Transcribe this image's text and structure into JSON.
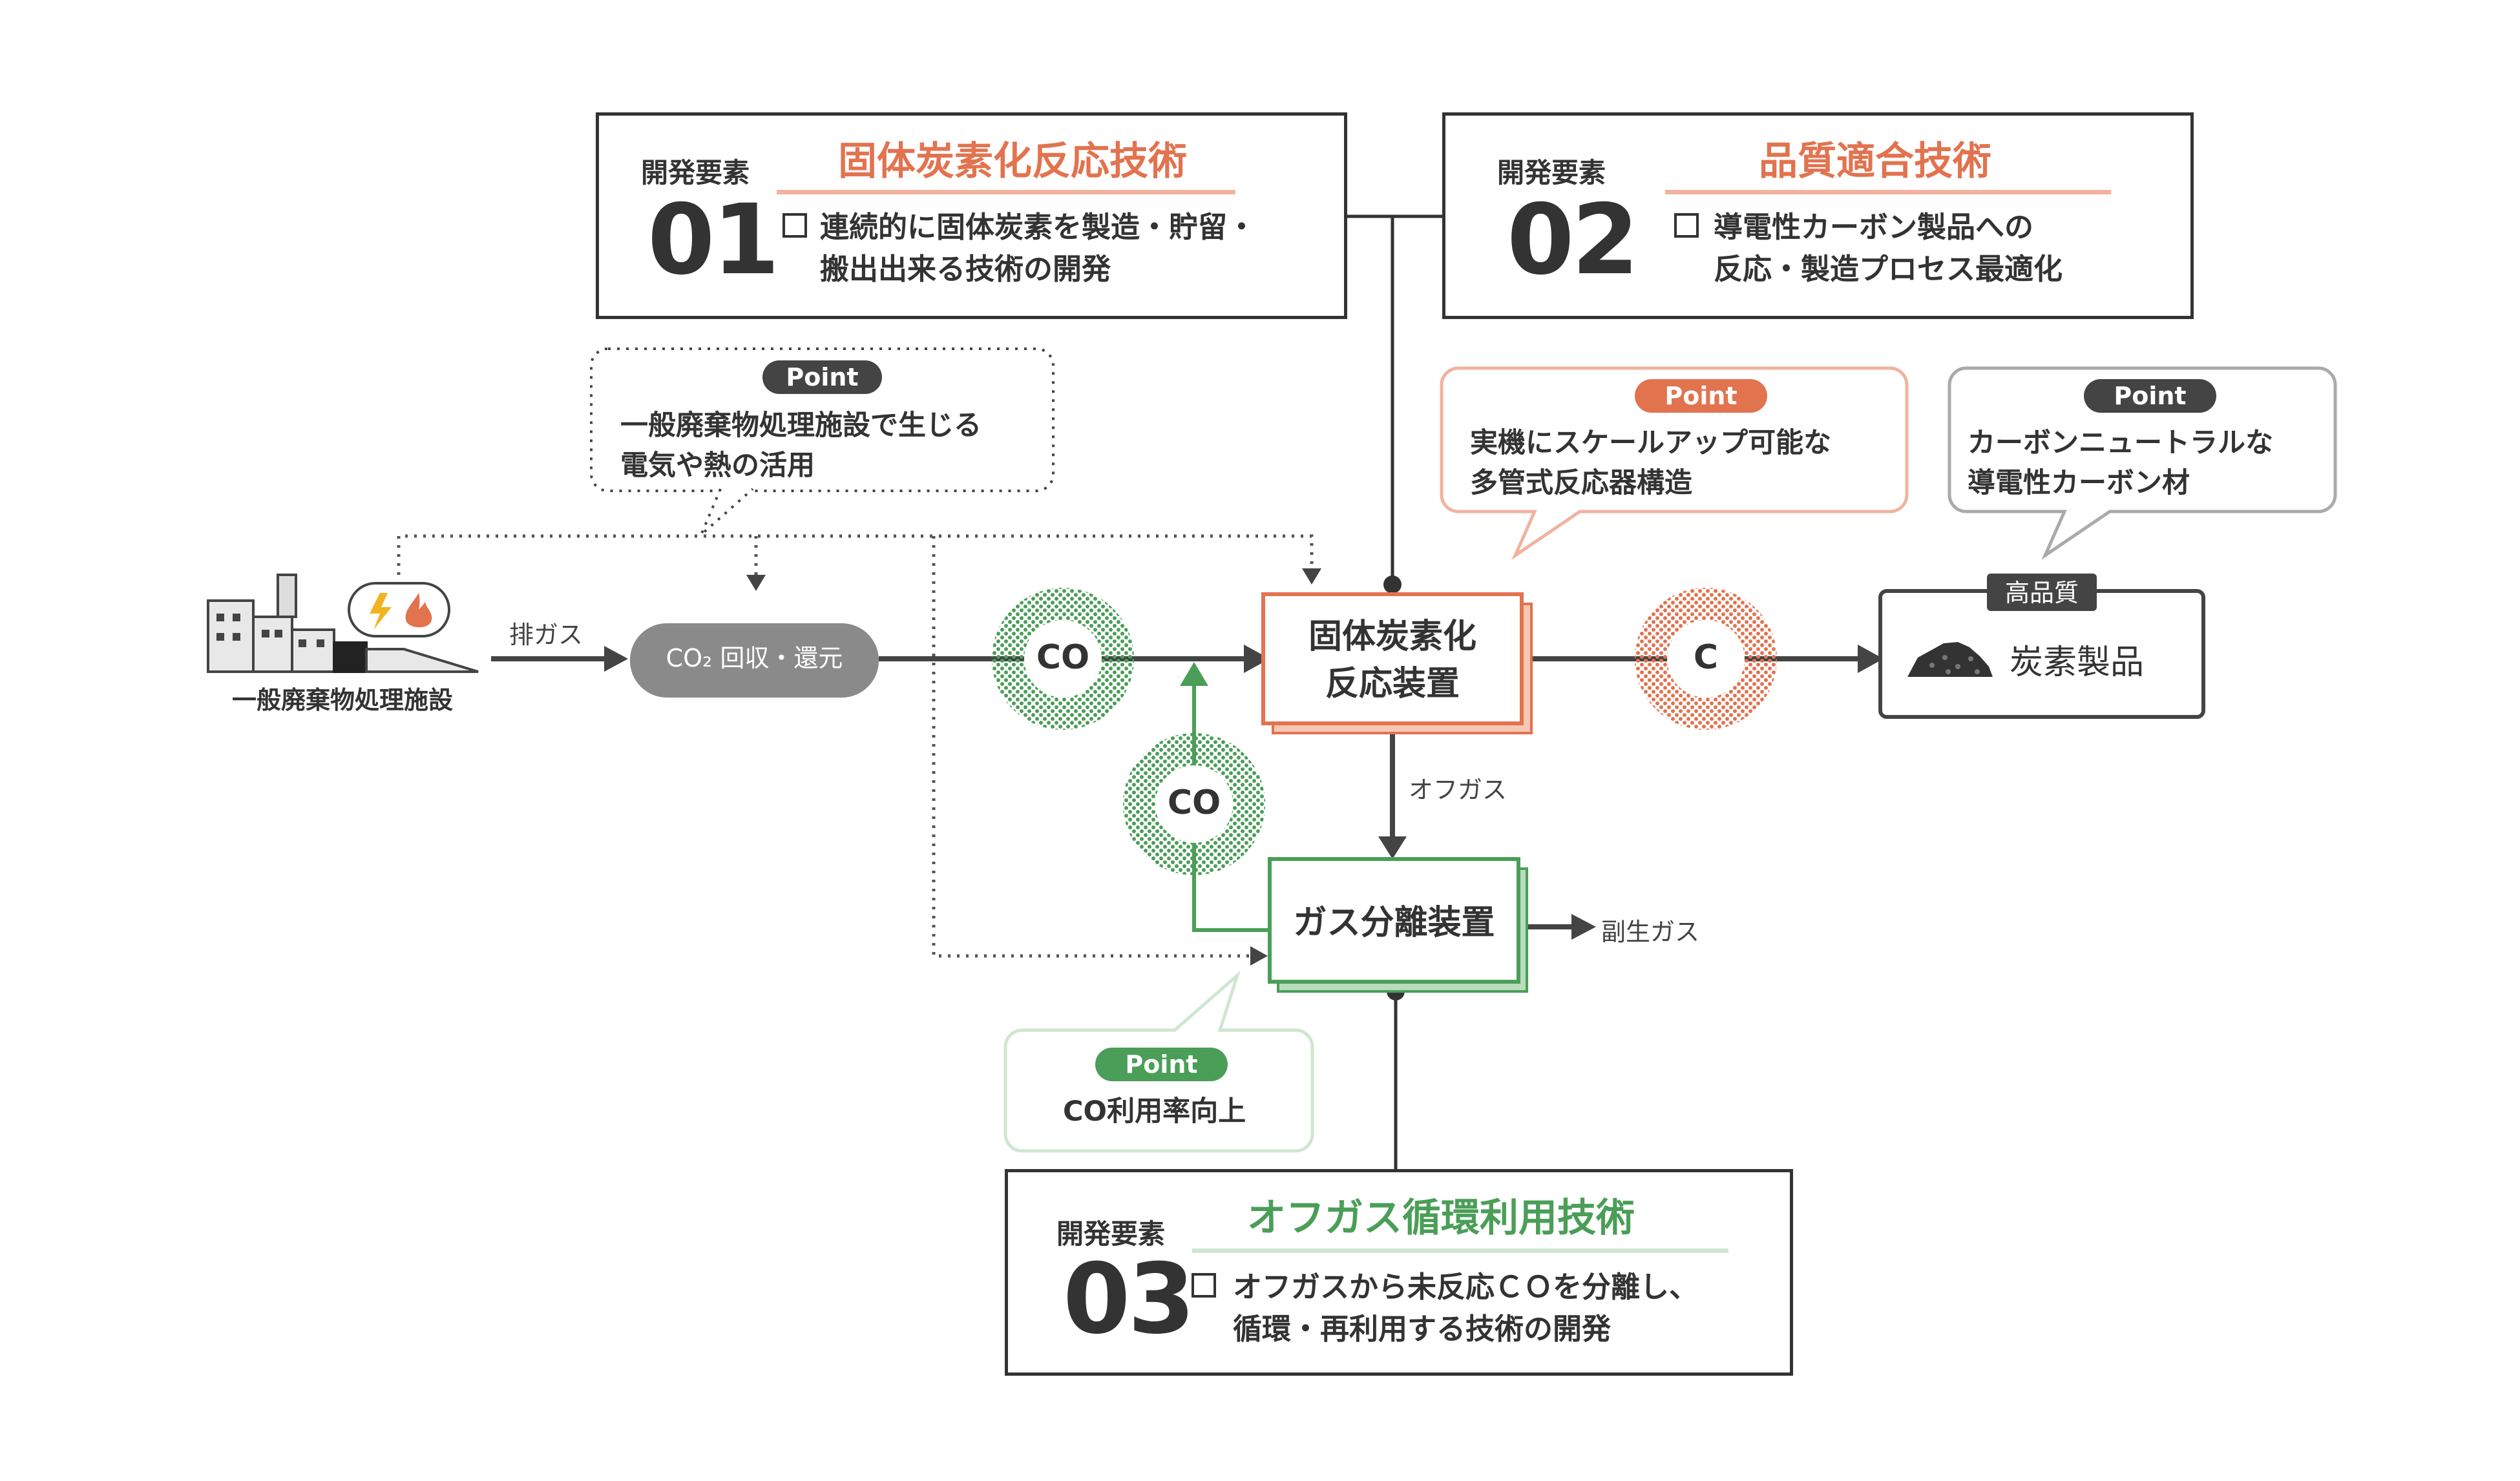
{
  "elements": [
    {
      "label": "開発要素",
      "number": "01",
      "title": "固体炭素化反応技術",
      "desc": "連続的に固体炭素を製造・貯留・\n搬出出来る技術の開発",
      "color": "#e2734f"
    },
    {
      "label": "開発要素",
      "number": "02",
      "title": "品質適合技術",
      "desc": "導電性カーボン製品への\n反応・製造プロセス最適化",
      "color": "#e2734f"
    },
    {
      "label": "開発要素",
      "number": "03",
      "title": "オフガス循環利用技術",
      "desc": "オフガスから未反応ＣＯを分離し、\n循環・再利用する技術の開発",
      "color": "#4a9e57"
    }
  ],
  "points": [
    {
      "badge": "Point",
      "text": "一般廃棄物処理施設で生じる\n電気や熱の活用",
      "color": "#444444"
    },
    {
      "badge": "Point",
      "text": "実機にスケールアップ可能な\n多管式反応器構造",
      "color": "#e2734f"
    },
    {
      "badge": "Point",
      "text": "カーボンニュートラルな\n導電性カーボン材",
      "color": "#444444"
    },
    {
      "badge": "Point",
      "text": "CO利用率向上",
      "color": "#4a9e57"
    }
  ],
  "nodes": {
    "facility": "一般廃棄物処理施設",
    "exhaust": "排ガス",
    "co2": "CO₂ 回収・還元",
    "reactor": "固体炭素化\n反応装置",
    "offgas": "オフガス",
    "separator": "ガス分離装置",
    "byproduct": "副生ガス",
    "quality": "高品質",
    "product": "炭素製品"
  },
  "molecules": {
    "co_main": "CO",
    "co_loop": "CO",
    "carbon": "C"
  },
  "colors": {
    "orange": "#e2734f",
    "green": "#4a9e57",
    "dark": "#333333",
    "gray": "#8a8a8a"
  }
}
